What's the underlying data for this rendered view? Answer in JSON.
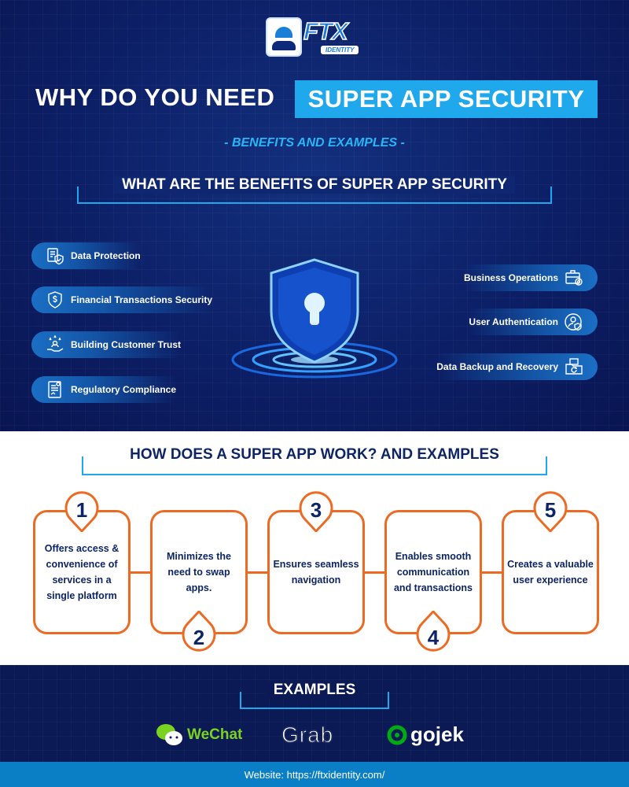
{
  "logo": {
    "name": "FTX",
    "tagline": "IDENTITY"
  },
  "header": {
    "title_part1": "WHY DO YOU NEED",
    "title_highlight": "SUPER APP SECURITY",
    "subtitle": "- BENEFITS AND EXAMPLES -"
  },
  "benefits": {
    "heading": "WHAT ARE THE BENEFITS OF SUPER APP SECURITY",
    "left": [
      {
        "label": "Data Protection",
        "icon": "document-shield-icon"
      },
      {
        "label": "Financial Transactions Security",
        "icon": "dollar-shield-icon"
      },
      {
        "label": "Building Customer Trust",
        "icon": "hand-stars-icon"
      },
      {
        "label": "Regulatory Compliance",
        "icon": "certificate-icon"
      }
    ],
    "right": [
      {
        "label": "Business Operations",
        "icon": "briefcase-target-icon"
      },
      {
        "label": "User Authentication",
        "icon": "user-shield-icon"
      },
      {
        "label": "Data Backup and Recovery",
        "icon": "backup-folder-icon"
      }
    ]
  },
  "how": {
    "heading": "HOW DOES A SUPER APP WORK? AND EXAMPLES",
    "steps": [
      {
        "number": "1",
        "text": "Offers access & convenience of services in a single platform"
      },
      {
        "number": "2",
        "text": "Minimizes the need to swap apps."
      },
      {
        "number": "3",
        "text": "Ensures seamless navigation"
      },
      {
        "number": "4",
        "text": "Enables smooth communication and transactions"
      },
      {
        "number": "5",
        "text": "Creates a valuable user experience"
      }
    ]
  },
  "examples": {
    "heading": "EXAMPLES",
    "brands": [
      "WeChat",
      "Grab",
      "gojek"
    ]
  },
  "footer": {
    "text": "Website: https://ftxidentity.com/"
  },
  "colors": {
    "navy": "#0c1f66",
    "accent": "#1fa8ec",
    "orange": "#ec6a23",
    "footer": "#0b7fc6"
  }
}
